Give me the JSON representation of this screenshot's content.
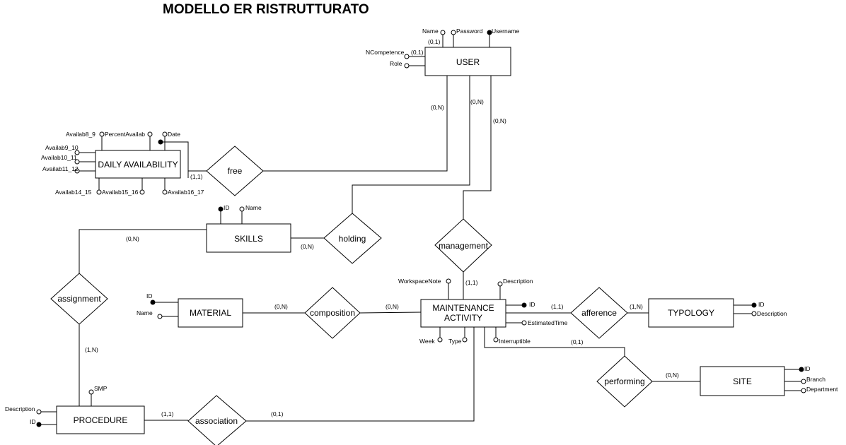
{
  "title": "MODELLO ER RISTRUTTURATO",
  "entities": {
    "user": "USER",
    "daily_availability": "DAILY AVAILABILITY",
    "skills": "SKILLS",
    "material": "MATERIAL",
    "maintenance_activity_line1": "MAINTENANCE",
    "maintenance_activity_line2": "ACTIVITY",
    "typology": "TYPOLOGY",
    "procedure": "PROCEDURE",
    "site": "SITE"
  },
  "relationships": {
    "free": "free",
    "holding": "holding",
    "management": "management",
    "assignment": "assignment",
    "composition": "composition",
    "afference": "afference",
    "performing": "performing",
    "association": "association"
  },
  "attributes": {
    "user": {
      "name": "Name",
      "password": "Password",
      "username": "Username",
      "ncompetence": "NCompetence",
      "role": "Role"
    },
    "daily_availability": {
      "availab8_9": "Availab8_9",
      "percent_availab": "PercentAvailab",
      "date": "Date",
      "availab9_10": "Availab9_10",
      "availab10_11": "Availab10_11",
      "availab11_12": "Availab11_12",
      "availab14_15": "Availab14_15",
      "availab15_16": "Availab15_16",
      "availab16_17": "Availab16_17"
    },
    "skills": {
      "id": "ID",
      "name": "Name"
    },
    "material": {
      "id": "ID",
      "name": "Name"
    },
    "maintenance_activity": {
      "workspace_note": "WorkspaceNote",
      "description": "Description",
      "id": "ID",
      "estimated_time": "EstimatedTime",
      "week": "Week",
      "type": "Type",
      "interruptible": "Interruptible"
    },
    "typology": {
      "id": "ID",
      "description": "Description"
    },
    "procedure": {
      "smp": "SMP",
      "description": "Description",
      "id": "ID"
    },
    "site": {
      "id": "ID",
      "branch": "Branch",
      "department": "Department"
    }
  },
  "cardinalities": {
    "user_name_opt": "(0,1)",
    "user_ncompetence_opt": "(0,1)",
    "user_free": "(0,N)",
    "user_holding": "(0,N)",
    "user_management": "(0,N)",
    "daily_free": "(1,1)",
    "skills_holding": "(0,N)",
    "skills_assignment": "(0,N)",
    "procedure_assignment": "(1,N)",
    "material_composition": "(0,N)",
    "activity_composition": "(0,N)",
    "activity_management": "(1,1)",
    "activity_afference": "(1,1)",
    "typology_afference": "(1,N)",
    "activity_performing": "(0,1)",
    "site_performing": "(0,N)",
    "procedure_association": "(1,1)",
    "activity_association": "(0,1)"
  }
}
